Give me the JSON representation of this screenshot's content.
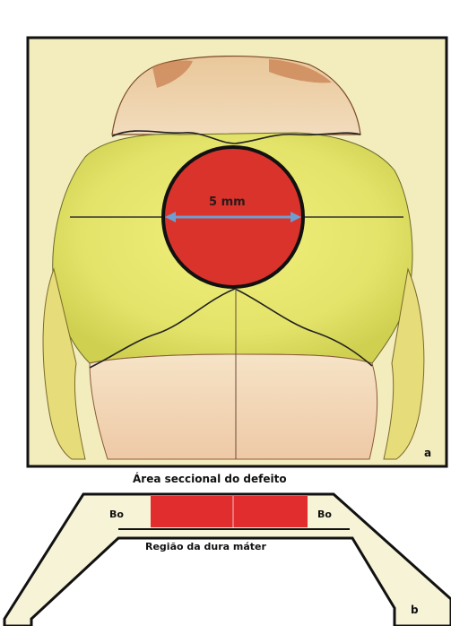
{
  "panel_a": {
    "measurement_label": "5 mm",
    "panel_letter": "a",
    "colors": {
      "background": "#f3ecbd",
      "frame": "#111111",
      "skull_yellow": "#e3e36a",
      "bone_pale": "#f4d9b6",
      "defect_red": "#d9332b",
      "arrow_blue": "#6e9fd2"
    }
  },
  "panel_b": {
    "title": "Área seccional do defeito",
    "bone_left_label": "Bo",
    "bone_right_label": "Bo",
    "dura_label": "Região da dura máter",
    "panel_letter": "b",
    "colors": {
      "bone_fill": "#f7f3d6",
      "defect_red": "#e12d2d",
      "outline": "#111111"
    }
  }
}
